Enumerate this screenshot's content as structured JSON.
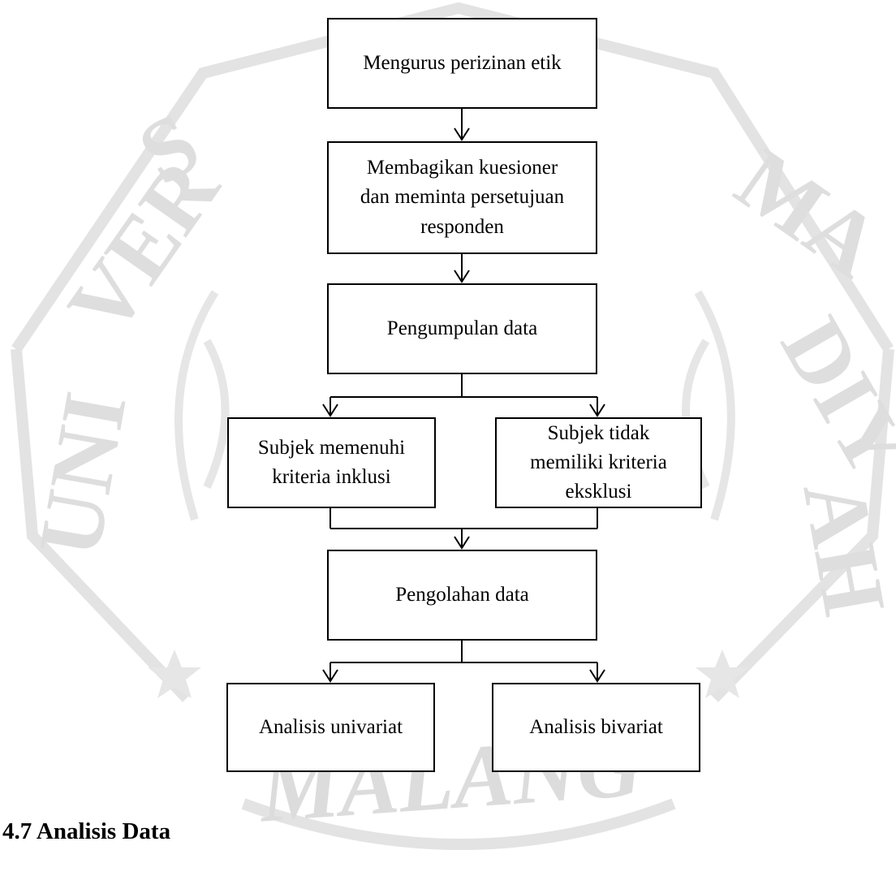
{
  "watermark": {
    "text": "MALANG",
    "color": "#e1e1e1"
  },
  "diagram": {
    "box1": {
      "line1": "Mengurus perizinan etik"
    },
    "box2": {
      "line1": "Membagikan kuesioner",
      "line2": "dan meminta persetujuan",
      "line3": "responden"
    },
    "box3": {
      "line1": "Pengumpulan data"
    },
    "box4": {
      "line1": "Subjek memenuhi",
      "line2": "kriteria inklusi"
    },
    "box5": {
      "line1": "Subjek tidak",
      "line2": "memiliki kriteria",
      "line3": "eksklusi"
    },
    "box6": {
      "line1": "Pengolahan data"
    },
    "box7": {
      "line1": "Analisis univariat"
    },
    "box8": {
      "line1": "Analisis bivariat"
    }
  },
  "section": {
    "heading": "4.7 Analisis Data"
  }
}
